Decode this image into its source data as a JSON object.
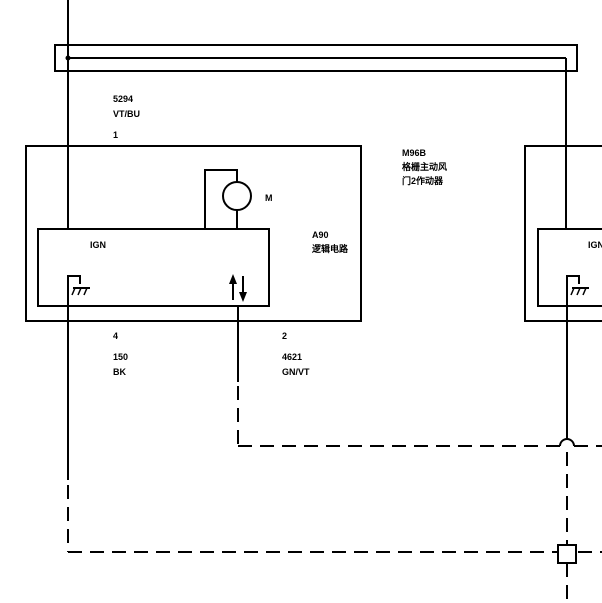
{
  "wire_top": {
    "circuit": "5294",
    "color": "VT/BU",
    "pin": "1"
  },
  "wire_ground": {
    "pin": "4",
    "circuit": "150",
    "color": "BK"
  },
  "wire_signal": {
    "pin": "2",
    "circuit": "4621",
    "color": "GN/VT"
  },
  "component": {
    "code": "M96B",
    "name_line1": "格栅主动风",
    "name_line2": "门2作动器"
  },
  "module": {
    "code": "A90",
    "name": "逻辑电路"
  },
  "motor_label": "M",
  "ign_label": "IGN",
  "ign_label_right": "IGN"
}
